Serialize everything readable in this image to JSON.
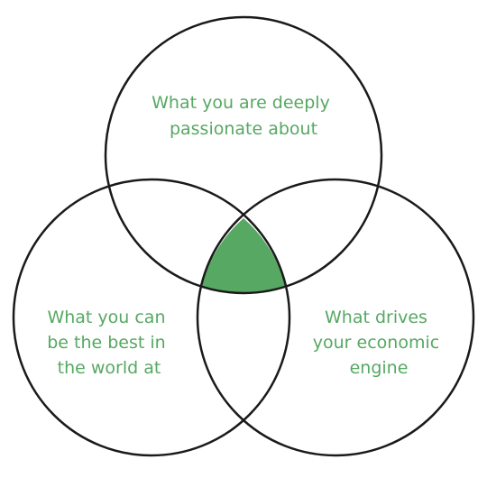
{
  "colors": {
    "accent": "#56a862",
    "outline": "#1a1a1a",
    "background": "#ffffff"
  },
  "circles": [
    {
      "lines": [
        "What you are deeply",
        "passionate about"
      ]
    },
    {
      "lines": [
        "What you can",
        "be the best in",
        "the world at"
      ]
    },
    {
      "lines": [
        "What drives",
        "your economic",
        "engine"
      ]
    }
  ]
}
